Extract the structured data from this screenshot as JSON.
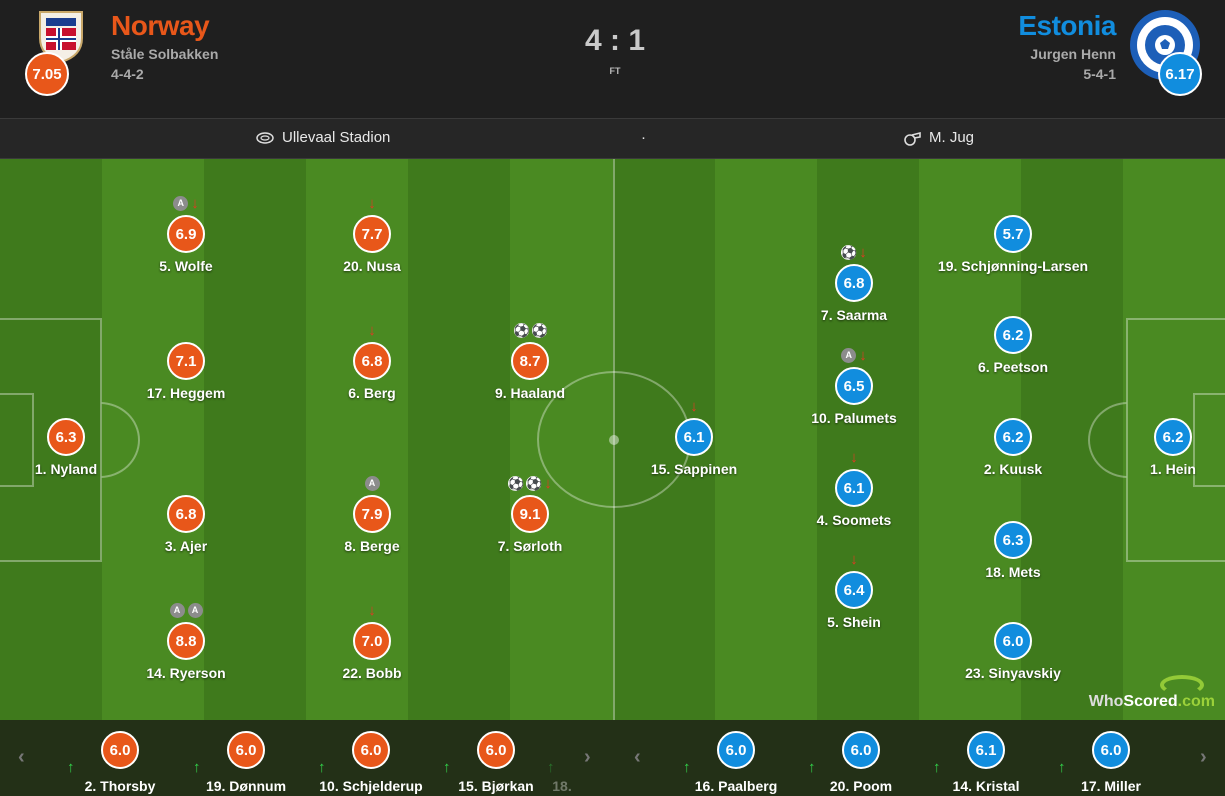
{
  "colors": {
    "home": "#e8571a",
    "away": "#118dde",
    "pitch_dark": "#3f7a1c",
    "pitch_light": "#4a8a22"
  },
  "home": {
    "name": "Norway",
    "coach": "Ståle Solbakken",
    "formation": "4-4-2",
    "rating": "7.05",
    "crest_icon": "norway-crest-icon"
  },
  "away": {
    "name": "Estonia",
    "coach": "Jurgen Henn",
    "formation": "5-4-1",
    "rating": "6.17",
    "crest_icon": "estonia-crest-icon"
  },
  "score": "4 : 1",
  "status": "FT",
  "venue": "Ullevaal Stadion",
  "separator": "·",
  "referee": "M. Jug",
  "brand": {
    "who": "Who",
    "scored": "Scored",
    "com": ".com"
  },
  "home_players": [
    {
      "name": "1. Nyland",
      "rating": "6.3",
      "icons": []
    },
    {
      "name": "5. Wolfe",
      "rating": "6.9",
      "icons": [
        "A",
        "down"
      ]
    },
    {
      "name": "17. Heggem",
      "rating": "7.1",
      "icons": []
    },
    {
      "name": "3. Ajer",
      "rating": "6.8",
      "icons": []
    },
    {
      "name": "14. Ryerson",
      "rating": "8.8",
      "icons": [
        "A",
        "A"
      ]
    },
    {
      "name": "20. Nusa",
      "rating": "7.7",
      "icons": [
        "down"
      ]
    },
    {
      "name": "6. Berg",
      "rating": "6.8",
      "icons": [
        "down"
      ]
    },
    {
      "name": "8. Berge",
      "rating": "7.9",
      "icons": [
        "A"
      ]
    },
    {
      "name": "22. Bobb",
      "rating": "7.0",
      "icons": [
        "down"
      ]
    },
    {
      "name": "9. Haaland",
      "rating": "8.7",
      "icons": [
        "ball",
        "ball"
      ]
    },
    {
      "name": "7. Sørloth",
      "rating": "9.1",
      "icons": [
        "ball",
        "ball",
        "down"
      ]
    }
  ],
  "away_players": [
    {
      "name": "1. Hein",
      "rating": "6.2",
      "icons": []
    },
    {
      "name": "19. Schjønning-Larsen",
      "rating": "5.7",
      "icons": []
    },
    {
      "name": "6. Peetson",
      "rating": "6.2",
      "icons": []
    },
    {
      "name": "2. Kuusk",
      "rating": "6.2",
      "icons": []
    },
    {
      "name": "18. Mets",
      "rating": "6.3",
      "icons": []
    },
    {
      "name": "23. Sinyavskiy",
      "rating": "6.0",
      "icons": []
    },
    {
      "name": "7. Saarma",
      "rating": "6.8",
      "icons": [
        "ball",
        "down"
      ]
    },
    {
      "name": "10. Palumets",
      "rating": "6.5",
      "icons": [
        "A",
        "down"
      ]
    },
    {
      "name": "4. Soomets",
      "rating": "6.1",
      "icons": [
        "down"
      ]
    },
    {
      "name": "5. Shein",
      "rating": "6.4",
      "icons": [
        "down"
      ]
    },
    {
      "name": "15. Sappinen",
      "rating": "6.1",
      "icons": [
        "down"
      ]
    }
  ],
  "home_subs": [
    {
      "name": "2. Thorsby",
      "rating": "6.0"
    },
    {
      "name": "19. Dønnum",
      "rating": "6.0"
    },
    {
      "name": "10. Schjelderup",
      "rating": "6.0"
    },
    {
      "name": "15. Bjørkan",
      "rating": "6.0"
    },
    {
      "name": "18.",
      "rating": ""
    }
  ],
  "away_subs": [
    {
      "name": "16. Paalberg",
      "rating": "6.0"
    },
    {
      "name": "20. Poom",
      "rating": "6.0"
    },
    {
      "name": "14. Kristal",
      "rating": "6.1"
    },
    {
      "name": "17. Miller",
      "rating": "6.0"
    }
  ]
}
